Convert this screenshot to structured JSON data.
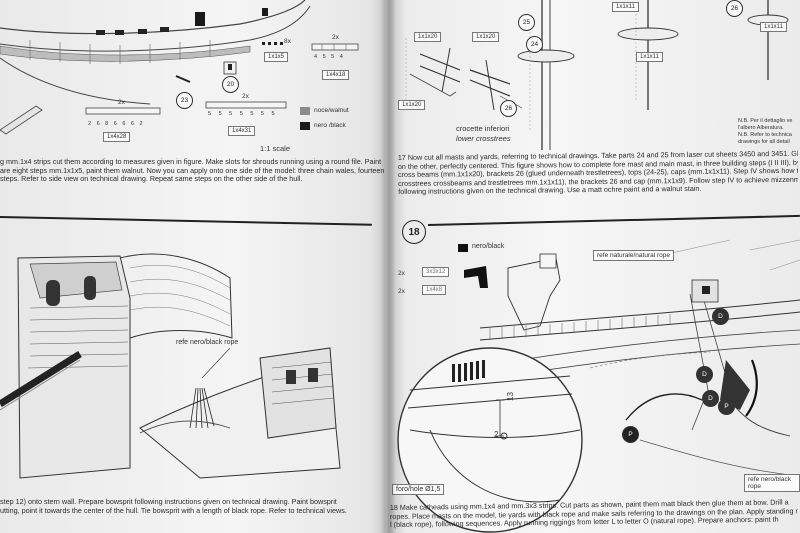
{
  "left_page": {
    "top_diagram": {
      "part_numbers": [
        "23",
        "20"
      ],
      "count_8x": "8x",
      "count_2x_a": "2x",
      "count_2x_b": "2x",
      "count_2x_c": "2x",
      "strip_labels": [
        "1x1x5",
        "1x4x28",
        "1x4x31",
        "1x4x18"
      ],
      "ruler_a": "2 6 8 6 6 6 2",
      "ruler_b": "5 5 5 5 5 5 5",
      "ruler_c": "4 5 5 4",
      "legend": [
        {
          "label": "noce/walnut",
          "color": "#8c8c8c"
        },
        {
          "label": "nero /black",
          "color": "#1a1a1a"
        }
      ],
      "scale": "1:1 scale"
    },
    "top_paragraph": [
      "g mm.1x4 strips cut them according to measures given in figure. Make slots for shrouds running using a round file. Paint",
      "are eight steps mm.1x1x5, paint them walnut. Now you can apply onto one side of the model: three chain wales, fourteen",
      "steps. Refer to side view on technical drawing. Repeat same steps on the other side of the hull."
    ],
    "bottom_diagram": {
      "rope_label": "refe nero/black rope"
    },
    "bottom_paragraph": [
      "step 12) onto stern wall. Prepare bowsprit following instructions given on technical drawing. Paint bowsprit",
      "utting, point it towards the center of the hull. Tie bowsprit with a length of black rope. Refer to technical views."
    ]
  },
  "right_page": {
    "top_diagram": {
      "part_numbers": [
        "25",
        "24",
        "26",
        "26"
      ],
      "labels": [
        "1x1x20",
        "1x1x20",
        "1x1x20",
        "1x1x11",
        "1x1x11",
        "1x1x11"
      ],
      "crosstrees_it": "crocette inferiori",
      "crosstrees_en": "lower crosstrees",
      "note": [
        "N.B. Per il dettaglio ve",
        "l'albero Alberatura.",
        "N.B. Refer to technica",
        "drawings for all detail"
      ]
    },
    "step17_paragraph": [
      "17 Now cut all masts and yards, referring to technical drawings. Take parts 24 and 25 from laser cut sheets 3450 and 3451. Glue parts",
      "on the other, perfectly centered. This figure shows how to complete fore mast and main mast, in three building steps (I II III), by applyi",
      "cross beams (mm.1x1x20), brackets 26 (glued underneath trestletrees), tops (24-25), caps (mm.1x1x11). Step IV shows how to pre",
      "crosstrees crossbeams and trestletrees mm.1x1x11), the brackets 26 and cap (mm.1x1x9). Follow step IV to achieve mizzenmast.",
      "following instructions given on the technical drawing. Use a matt ochre paint and a walnut stain."
    ],
    "step18": {
      "number": "18",
      "legend_label": "nero/black",
      "qty_a": "2x",
      "strip_a": "3x3x12",
      "qty_b": "2x",
      "strip_b": "1x4x8",
      "rope_natural": "refe naturale/natural rope",
      "rope_black": "refe nero/black rope",
      "dim_13": "13",
      "dim_2": "2",
      "hole": "foro/hole Ø1,5",
      "markers": [
        "P",
        "D",
        "D",
        "P",
        "D"
      ]
    },
    "step18_paragraph": [
      "18 Make catheads using mm.1x4 and mm.3x3 strips. Cut parts as shown, paint them matt black then glue them at bow. Drill a",
      "ropes. Place masts on the model, tie yards with black rope and make sails referring to the drawings on the plan. Apply standing r",
      "l (black rope), following sequences. Apply running riggings from letter L to letter O (natural rope). Prepare anchors: paint th"
    ]
  }
}
